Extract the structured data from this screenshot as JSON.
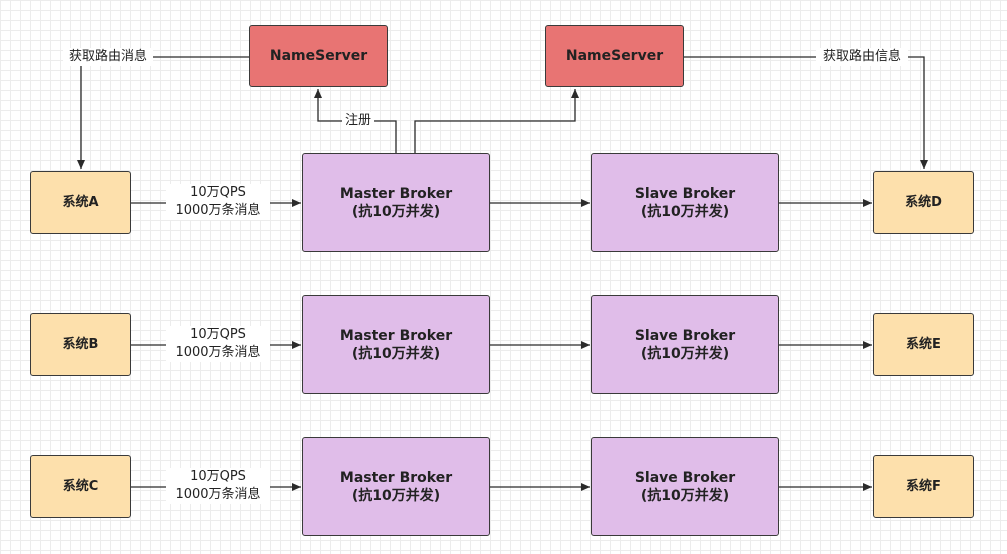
{
  "colors": {
    "nameserver": "#e87473",
    "system": "#fde0ac",
    "broker": "#e0bde9",
    "line": "#2a2a2a"
  },
  "nameservers": [
    {
      "label": "NameServer"
    },
    {
      "label": "NameServer"
    }
  ],
  "systems_left": [
    {
      "label": "系统A"
    },
    {
      "label": "系统B"
    },
    {
      "label": "系统C"
    }
  ],
  "systems_right": [
    {
      "label": "系统D"
    },
    {
      "label": "系统E"
    },
    {
      "label": "系统F"
    }
  ],
  "rows": [
    {
      "master": {
        "title": "Master Broker",
        "subtitle": "(抗10万并发)"
      },
      "slave": {
        "title": "Slave Broker",
        "subtitle": "(抗10万并发)"
      },
      "flow_label": {
        "line1": "10万QPS",
        "line2": "1000万条消息"
      }
    },
    {
      "master": {
        "title": "Master Broker",
        "subtitle": "(抗10万并发)"
      },
      "slave": {
        "title": "Slave Broker",
        "subtitle": "(抗10万并发)"
      },
      "flow_label": {
        "line1": "10万QPS",
        "line2": "1000万条消息"
      }
    },
    {
      "master": {
        "title": "Master Broker",
        "subtitle": "(抗10万并发)"
      },
      "slave": {
        "title": "Slave Broker",
        "subtitle": "(抗10万并发)"
      },
      "flow_label": {
        "line1": "10万QPS",
        "line2": "1000万条消息"
      }
    }
  ],
  "edge_labels": {
    "left_route": "获取路由消息",
    "right_route": "获取路由信息",
    "register": "注册"
  }
}
